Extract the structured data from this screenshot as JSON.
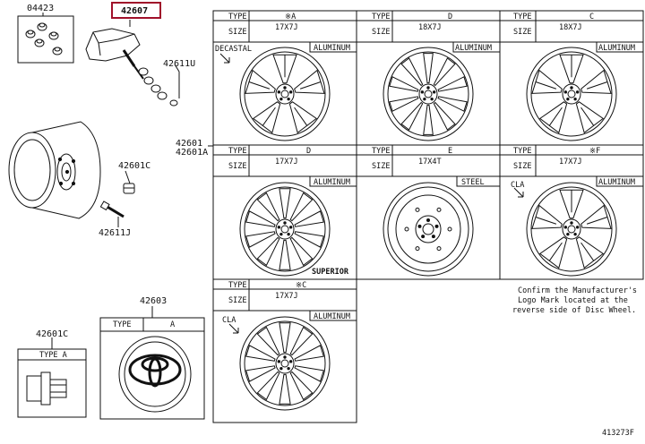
{
  "parts": {
    "p04423": "04423",
    "p42607": "42607",
    "p42611U": "42611U",
    "p42601": "42601",
    "p42601A": "42601A",
    "p42601C_top": "42601C",
    "p42611J": "42611J",
    "p42603": "42603",
    "p42601C_bottom": "42601C"
  },
  "cap_table": {
    "type_label": "TYPE",
    "type_value": "A"
  },
  "nut_table": {
    "type_label": "TYPE A"
  },
  "wheels": [
    {
      "type_label": "TYPE",
      "type_value": "※A",
      "size_label": "SIZE",
      "size_value": "17X7J",
      "material": "ALUMINUM",
      "tag": "DECASTAL"
    },
    {
      "type_label": "TYPE",
      "type_value": "D",
      "size_label": "SIZE",
      "size_value": "18X7J",
      "material": "ALUMINUM",
      "tag": ""
    },
    {
      "type_label": "TYPE",
      "type_value": "C",
      "size_label": "SIZE",
      "size_value": "18X7J",
      "material": "ALUMINUM",
      "tag": ""
    },
    {
      "type_label": "TYPE",
      "type_value": "D",
      "size_label": "SIZE",
      "size_value": "17X7J",
      "material": "ALUMINUM",
      "tag": "SUPERIOR"
    },
    {
      "type_label": "TYPE",
      "type_value": "E",
      "size_label": "SIZE",
      "size_value": "17X4T",
      "material": "STEEL",
      "tag": ""
    },
    {
      "type_label": "TYPE",
      "type_value": "※F",
      "size_label": "SIZE",
      "size_value": "17X7J",
      "material": "ALUMINUM",
      "tag": "CLA"
    },
    {
      "type_label": "TYPE",
      "type_value": "※C",
      "size_label": "SIZE",
      "size_value": "17X7J",
      "material": "ALUMINUM",
      "tag": "CLA"
    }
  ],
  "note": {
    "line1": "Confirm the Manufacturer's",
    "line2": "Logo Mark located at the",
    "line3": "reverse side of Disc Wheel."
  },
  "figure_number": "413273F"
}
